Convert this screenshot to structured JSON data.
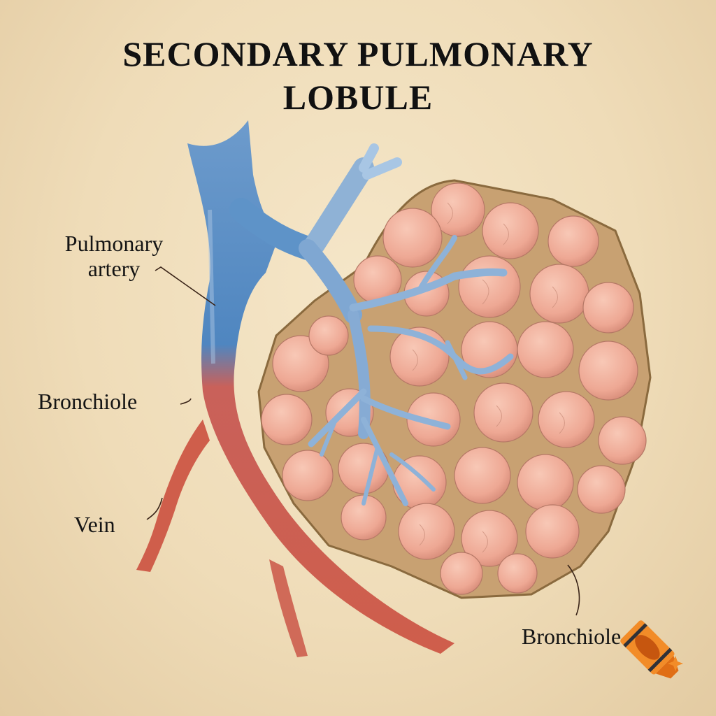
{
  "diagram": {
    "title_lines": [
      "SECONDARY PULMONARY",
      "LOBULE"
    ],
    "labels": {
      "pulmonary_artery": [
        "Pulmonary",
        "artery"
      ],
      "bronchiole_left": "Bronchiole",
      "vein": "Vein",
      "bronchiole_right": "Bronchiole"
    },
    "structures": [
      {
        "name": "pulmonary artery",
        "color": "#5b8ec4"
      },
      {
        "name": "bronchial tree",
        "color": "#8fb2d6"
      },
      {
        "name": "vein",
        "color": "#d0604e"
      },
      {
        "name": "lobule",
        "color": "#f2b3a0",
        "border": "#8a6a3e"
      }
    ],
    "background_color": "#f1dfbf",
    "watermark_icon": "crayon-icon"
  }
}
